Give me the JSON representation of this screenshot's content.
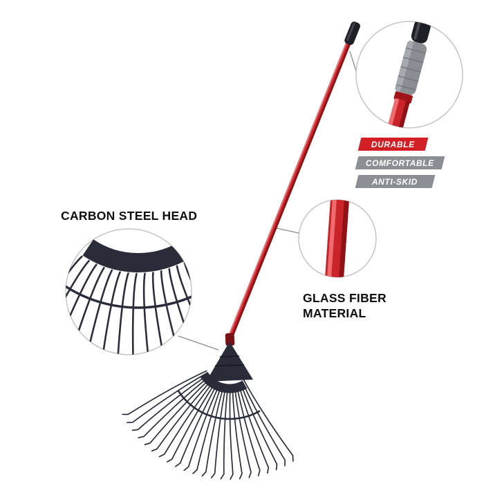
{
  "labels": {
    "carbon_steel_head": "CARBON STEEL HEAD",
    "glass_fiber_line1": "GLASS FIBER",
    "glass_fiber_line2": "MATERIAL"
  },
  "badges": [
    {
      "label": "DURABLE",
      "bg": "#d21f26"
    },
    {
      "label": "COMFORTABLE",
      "bg": "#8b8e92"
    },
    {
      "label": "ANTI-SKID",
      "bg": "#8b8e92"
    }
  ],
  "colors": {
    "pole_red": "#c8242a",
    "pole_red_dark": "#8e1216",
    "pole_highlight": "#f08083",
    "head_navy": "#2b2b3a",
    "grip_gray": "#8a8d91",
    "cap_black": "#1f1f26",
    "callout_line": "#8a8a8a",
    "circle_border": "#c4c4c4"
  }
}
